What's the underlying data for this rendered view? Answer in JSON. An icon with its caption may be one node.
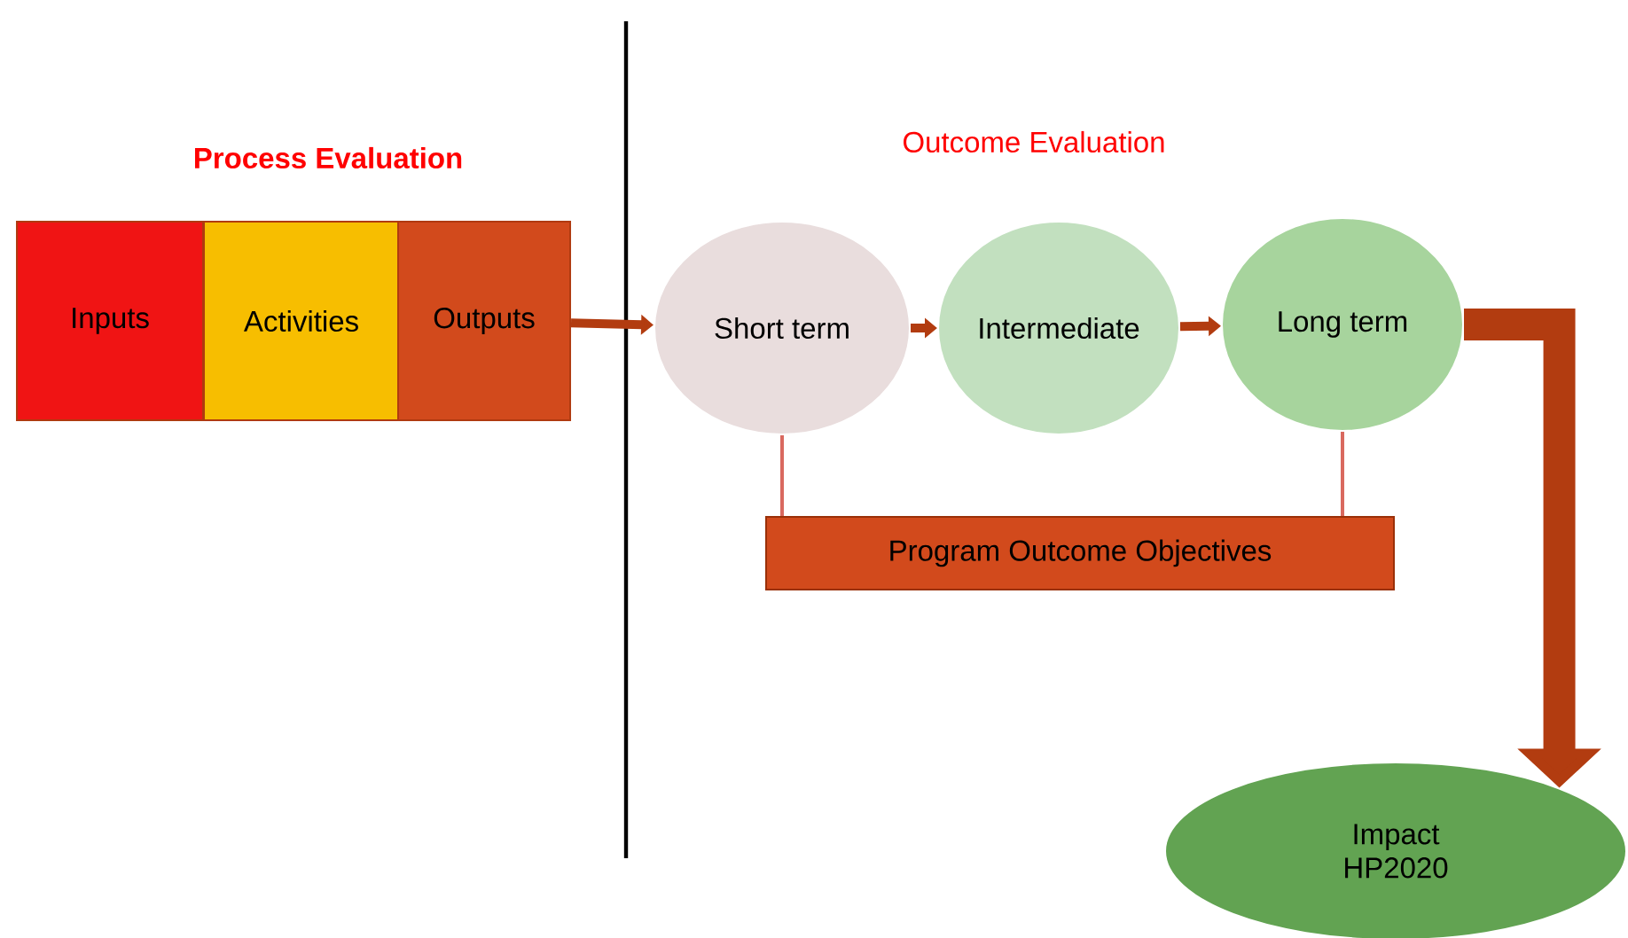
{
  "diagram": {
    "nodes": [
      {
        "text": [
          "Inputs"
        ]
      },
      {
        "text": [
          "Activities"
        ]
      },
      {
        "text": [
          "Outputs"
        ]
      },
      {
        "text": [
          "Short term"
        ]
      },
      {
        "text": [
          "Intermediate"
        ]
      },
      {
        "text": [
          "Long term"
        ]
      },
      {
        "text": [
          "Program Outcome Objectives"
        ]
      },
      {
        "text": [
          "Impact HP2020"
        ]
      }
    ],
    "edges": [
      {
        "from": 2,
        "to": 3,
        "arrow": "to"
      },
      {
        "from": 3,
        "to": 4,
        "arrow": "to"
      },
      {
        "from": 4,
        "to": 5,
        "arrow": "to"
      },
      {
        "from": 5,
        "to": 7,
        "arrow": "to",
        "style": "thick"
      },
      {
        "from": 3,
        "to": 6,
        "arrow": "none",
        "color": "#d9695f"
      },
      {
        "from": 5,
        "to": 6,
        "arrow": "none",
        "color": "#d9695f"
      }
    ],
    "labels": [
      "Process Evaluation",
      "Outcome Evaluation"
    ]
  }
}
